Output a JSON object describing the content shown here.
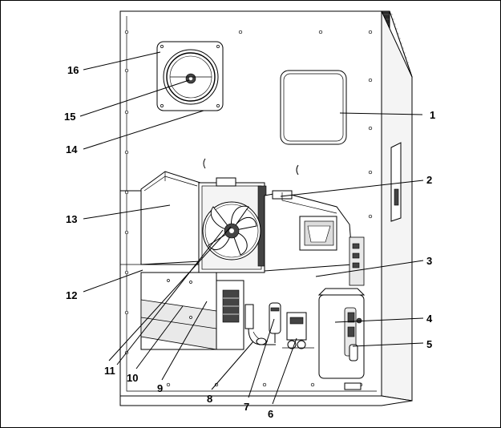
{
  "figure": {
    "callouts": [
      {
        "id": "1",
        "label": "1"
      },
      {
        "id": "2",
        "label": "2"
      },
      {
        "id": "3",
        "label": "3"
      },
      {
        "id": "4",
        "label": "4"
      },
      {
        "id": "5",
        "label": "5"
      },
      {
        "id": "6",
        "label": "6"
      },
      {
        "id": "7",
        "label": "7"
      },
      {
        "id": "8",
        "label": "8"
      },
      {
        "id": "9",
        "label": "9"
      },
      {
        "id": "10",
        "label": "10"
      },
      {
        "id": "11",
        "label": "11"
      },
      {
        "id": "12",
        "label": "12"
      },
      {
        "id": "13",
        "label": "13"
      },
      {
        "id": "14",
        "label": "14"
      },
      {
        "id": "15",
        "label": "15"
      },
      {
        "id": "16",
        "label": "16"
      }
    ]
  }
}
